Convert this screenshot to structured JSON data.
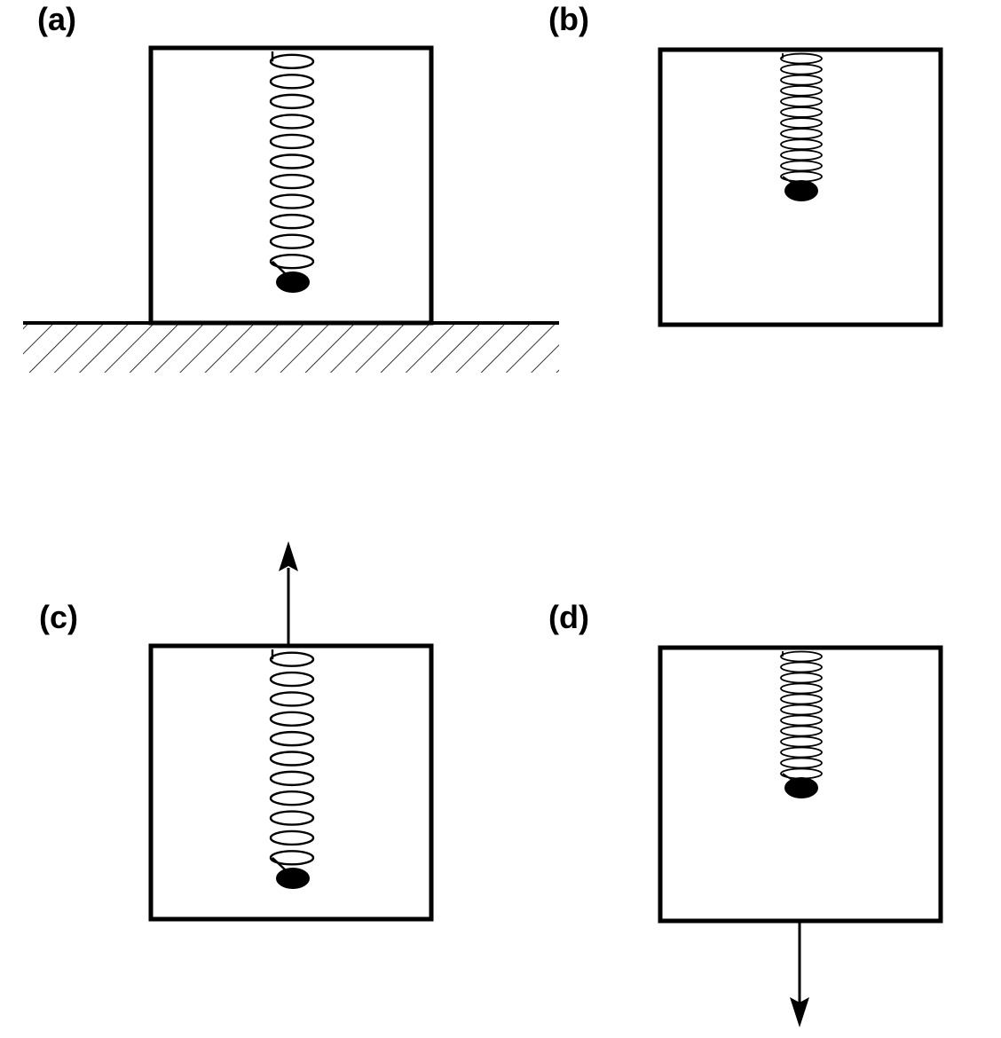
{
  "figure": {
    "panels": [
      {
        "id": "a",
        "label": "(a)",
        "spring": "extended",
        "ground": true,
        "arrow": "none"
      },
      {
        "id": "b",
        "label": "(b)",
        "spring": "compressed",
        "ground": false,
        "arrow": "none"
      },
      {
        "id": "c",
        "label": "(c)",
        "spring": "extended",
        "ground": false,
        "arrow": "up"
      },
      {
        "id": "d",
        "label": "(d)",
        "spring": "compressed",
        "ground": false,
        "arrow": "down"
      }
    ],
    "colors": {
      "ink": "#000000",
      "background": "#ffffff"
    }
  }
}
